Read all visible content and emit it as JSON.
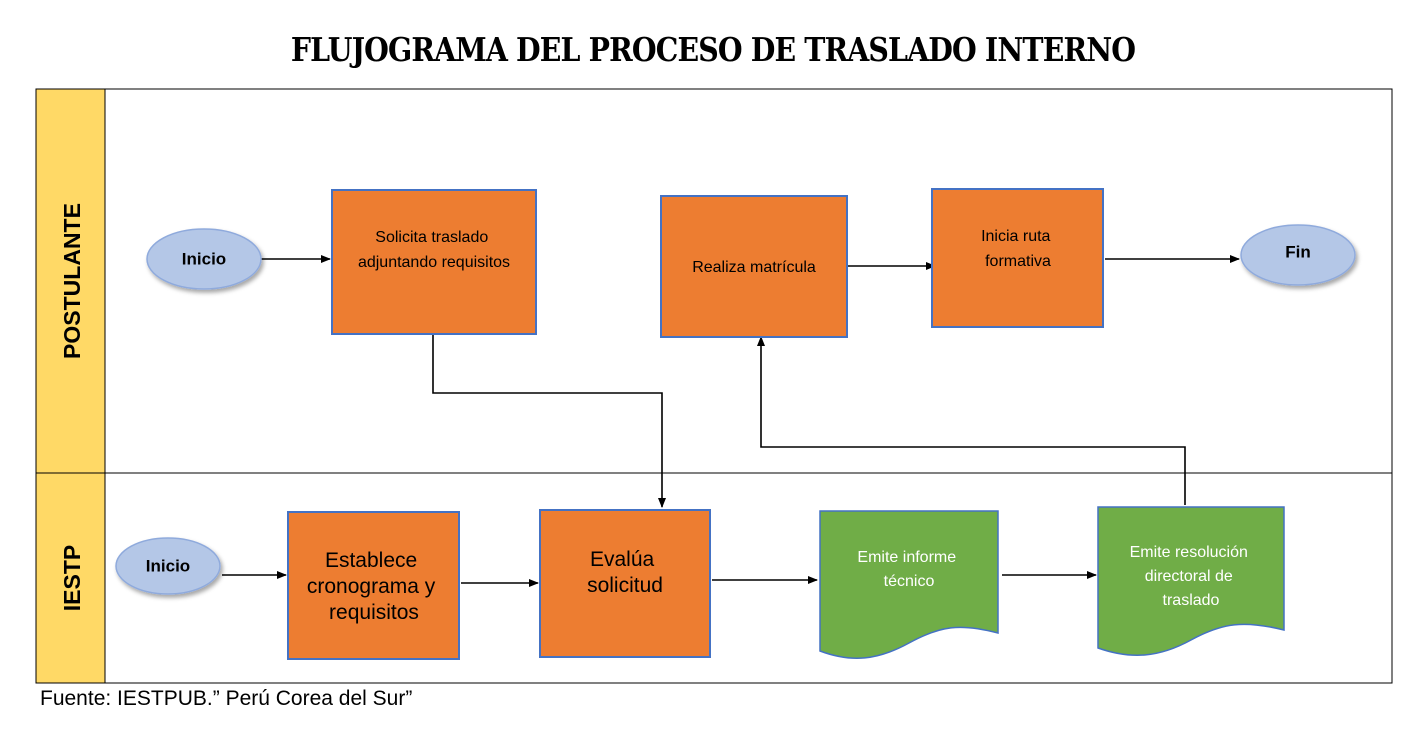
{
  "title": "FLUJOGRAMA DEL PROCESO DE TRASLADO INTERNO",
  "source": "Fuente: IESTPUB.” Perú Corea del Sur”",
  "colors": {
    "lane_header": "#FFD966",
    "process_box": "#ED7D31",
    "process_border": "#4472C4",
    "document_box": "#70AD47",
    "terminator": "#B4C7E7",
    "terminator_border": "#8FAADC",
    "line": "#000000"
  },
  "lanes": {
    "postulante": "POSTULANTE",
    "iestp": "IESTP"
  },
  "nodes": {
    "inicio_postulante": "Inicio",
    "solicita": [
      "Solicita traslado",
      "adjuntando requisitos"
    ],
    "realiza": [
      "Realiza matrícula"
    ],
    "inicia": [
      "Inicia ruta",
      "formativa"
    ],
    "fin": "Fin",
    "inicio_iestp": "Inicio",
    "establece": [
      "Establece",
      "cronograma y",
      "requisitos"
    ],
    "evalua": [
      "Evalúa",
      "solicitud"
    ],
    "informe": [
      "Emite informe",
      "técnico"
    ],
    "resolucion": [
      "Emite resolución",
      "directoral de",
      "traslado"
    ]
  }
}
